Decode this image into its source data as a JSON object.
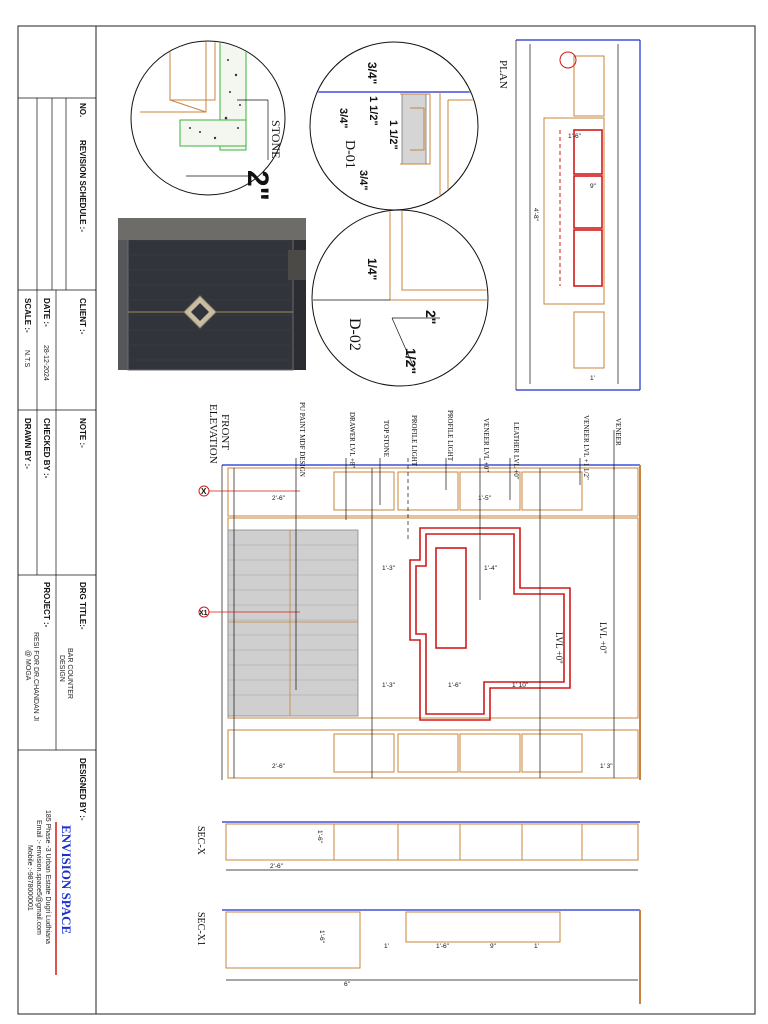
{
  "title_block": {
    "revision_no": "NO.",
    "revision_schedule": "REVISION SCHEDULE :-",
    "client": "CLIENT :-",
    "date_label": "DATE :-",
    "date_value": "28-12-2024",
    "scale_label": "SCALE :-",
    "scale_value": "N.T.S",
    "note": "NOTE :-",
    "checked_by": "CHECKED BY :-",
    "drawn_by": "DRAWN BY :-",
    "drg_title_label": "DRG TITLE:-",
    "drg_title_line1": "BAR COUNTER",
    "drg_title_line2": "DESIGN",
    "project_label": "PROJECT :-",
    "project_line1": "RESI FOR DR.CHANDAN JI",
    "project_line2": "@ MOGA",
    "designed_by": "DESIGNED BY :-",
    "firm_name": "ENVISION SPACE",
    "firm_address": "185 Phase -3 Urban Estate Dugri Ludhiana",
    "firm_email": "Email :- envision.space5@gmail.com",
    "firm_mobile": "Mobile :-9878000001"
  },
  "details": {
    "d1_label": "D-01",
    "d2_label": "D-02",
    "stone_label": "STONE",
    "stone_dim": "2\"",
    "d1_dims": [
      "3/4\"",
      "1 1/2\"",
      "3/4\"",
      "1 1/2\"",
      "3/4\""
    ],
    "d2_dims": [
      "1/4\"",
      "2\"",
      "1/2\""
    ]
  },
  "plan": {
    "label": "PLAN",
    "dims": [
      "1'-6\"",
      "9\"",
      "4'-8\"",
      "1'"
    ]
  },
  "elevation": {
    "label_line1": "FRONT",
    "label_line2": "ELEVATION",
    "callouts": [
      "PU PAINT MDF DESIGN",
      "DRAWER LVL +8\"",
      "TOP STONE",
      "PROFILE LIGHT",
      "PROFILE LIGHT",
      "VENEER LVL +0\"",
      "LEATHER LVL +0\"",
      "VENEER LVL +1 1/2\"",
      "VENEER"
    ],
    "levels": [
      "LVL +0\"",
      "LVL +0\""
    ],
    "section_marks": [
      "X",
      "X1"
    ],
    "dims": [
      "2'-6\"",
      "1'-5\"",
      "1'-3\"",
      "1'-4\"",
      "1'-3\"",
      "1'-6\"",
      "1' 10\"",
      "2'-6\"",
      "1' 3\""
    ]
  },
  "sections": {
    "sec_x": "SEC-X",
    "sec_x1": "SEC-X1",
    "sec_x_dims": [
      "2'-6\"",
      "1'-6\""
    ],
    "sec_x1_dims": [
      "1'-6\"",
      "1'-6\"",
      "9\"",
      "1'",
      "1'",
      "6\""
    ]
  }
}
